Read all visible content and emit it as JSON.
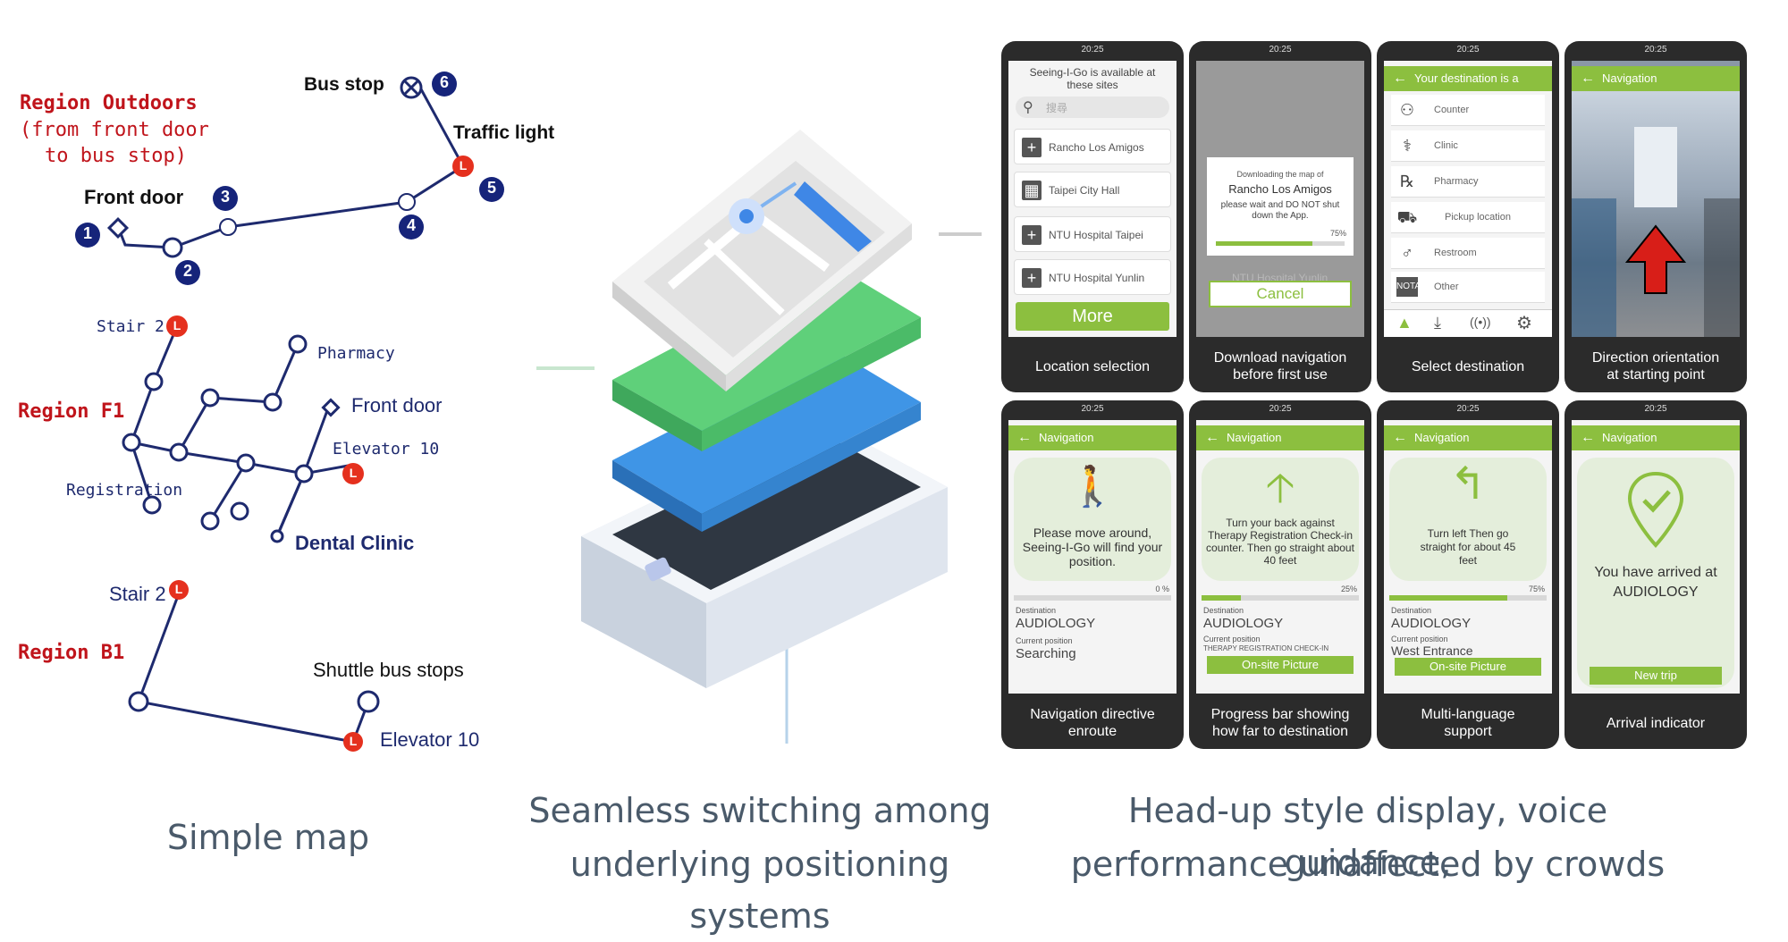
{
  "captions": {
    "left": "Simple map",
    "middle_line1": "Seamless switching among",
    "middle_line2": "underlying positioning systems",
    "right_line1": "Head-up style display, voice guidance,",
    "right_line2": "performance unaffected by crowds"
  },
  "map": {
    "outdoors": {
      "region": "Region Outdoors",
      "region_sub1": "(from front door",
      "region_sub2": "to bus stop)",
      "front_door": "Front door",
      "bus_stop": "Bus stop",
      "traffic_light": "Traffic light",
      "num1": "1",
      "num2": "2",
      "num3": "3",
      "num4": "4",
      "num5": "5",
      "num6": "6"
    },
    "f1": {
      "region": "Region F1",
      "stair2": "Stair 2",
      "pharmacy": "Pharmacy",
      "front_door": "Front door",
      "elevator10": "Elevator 10",
      "registration": "Registration",
      "dental_clinic": "Dental Clinic"
    },
    "b1": {
      "region": "Region B1",
      "stair2": "Stair 2",
      "shuttle": "Shuttle bus stops",
      "elevator10": "Elevator 10"
    },
    "lift_marker": "L"
  },
  "phones": {
    "time": "20:25",
    "p1": {
      "label": "Location selection",
      "header": "Seeing-I-Go is available at these sites",
      "search_placeholder": "搜尋",
      "items": [
        "Rancho Los Amigos",
        "Taipei City Hall",
        "NTU Hospital Taipei",
        "NTU Hospital Yunlin"
      ],
      "more": "More"
    },
    "p2": {
      "label": "Download navigation\nbefore first use",
      "dl_title": "Downloading the map of",
      "dl_site": "Rancho Los Amigos",
      "dl_msg": "please wait and DO NOT shut down the App.",
      "dl_pct": "75%",
      "dl_progress": 0.75,
      "bg_item": "NTU Hospital Yunlin",
      "cancel": "Cancel"
    },
    "p3": {
      "label": "Select destination",
      "bar": "Your destination is a",
      "items": [
        "Counter",
        "Clinic",
        "Pharmacy",
        "Pickup location",
        "Restroom",
        "Other"
      ]
    },
    "p4": {
      "label": "Direction orientation\nat starting point",
      "bar": "Navigation"
    },
    "p5": {
      "label": "Navigation directive\nenroute",
      "bar": "Navigation",
      "instr": "Please move around, Seeing-I-Go will find your position.",
      "pct": "0 %",
      "progress": 0.0,
      "dest_label": "Destination",
      "dest": "AUDIOLOGY",
      "pos_label": "Current position",
      "pos": "Searching"
    },
    "p6": {
      "label": "Progress bar showing\nhow far to destination",
      "bar": "Navigation",
      "instr": "Turn your back against Therapy Registration Check-in counter. Then go straight about 40 feet",
      "pct": "25%",
      "progress": 0.25,
      "dest_label": "Destination",
      "dest": "AUDIOLOGY",
      "pos_label": "Current position",
      "pos": "THERAPY REGISTRATION CHECK-IN",
      "button": "On-site Picture"
    },
    "p7": {
      "label": "Multi-language\nsupport",
      "bar": "Navigation",
      "instr": "Turn left Then go straight for about 45 feet",
      "pct": "75%",
      "progress": 0.75,
      "dest_label": "Destination",
      "dest": "AUDIOLOGY",
      "pos_label": "Current position",
      "pos": "West Entrance",
      "button": "On-site Picture"
    },
    "p8": {
      "label": "Arrival indicator",
      "bar": "Navigation",
      "instr": "You have arrived at AUDIOLOGY",
      "button": "New trip"
    }
  },
  "colors": {
    "green": "#8cbf3f",
    "map_line": "#1e2a6e",
    "red_text": "#c0141b",
    "caption": "#4a5a6a"
  }
}
